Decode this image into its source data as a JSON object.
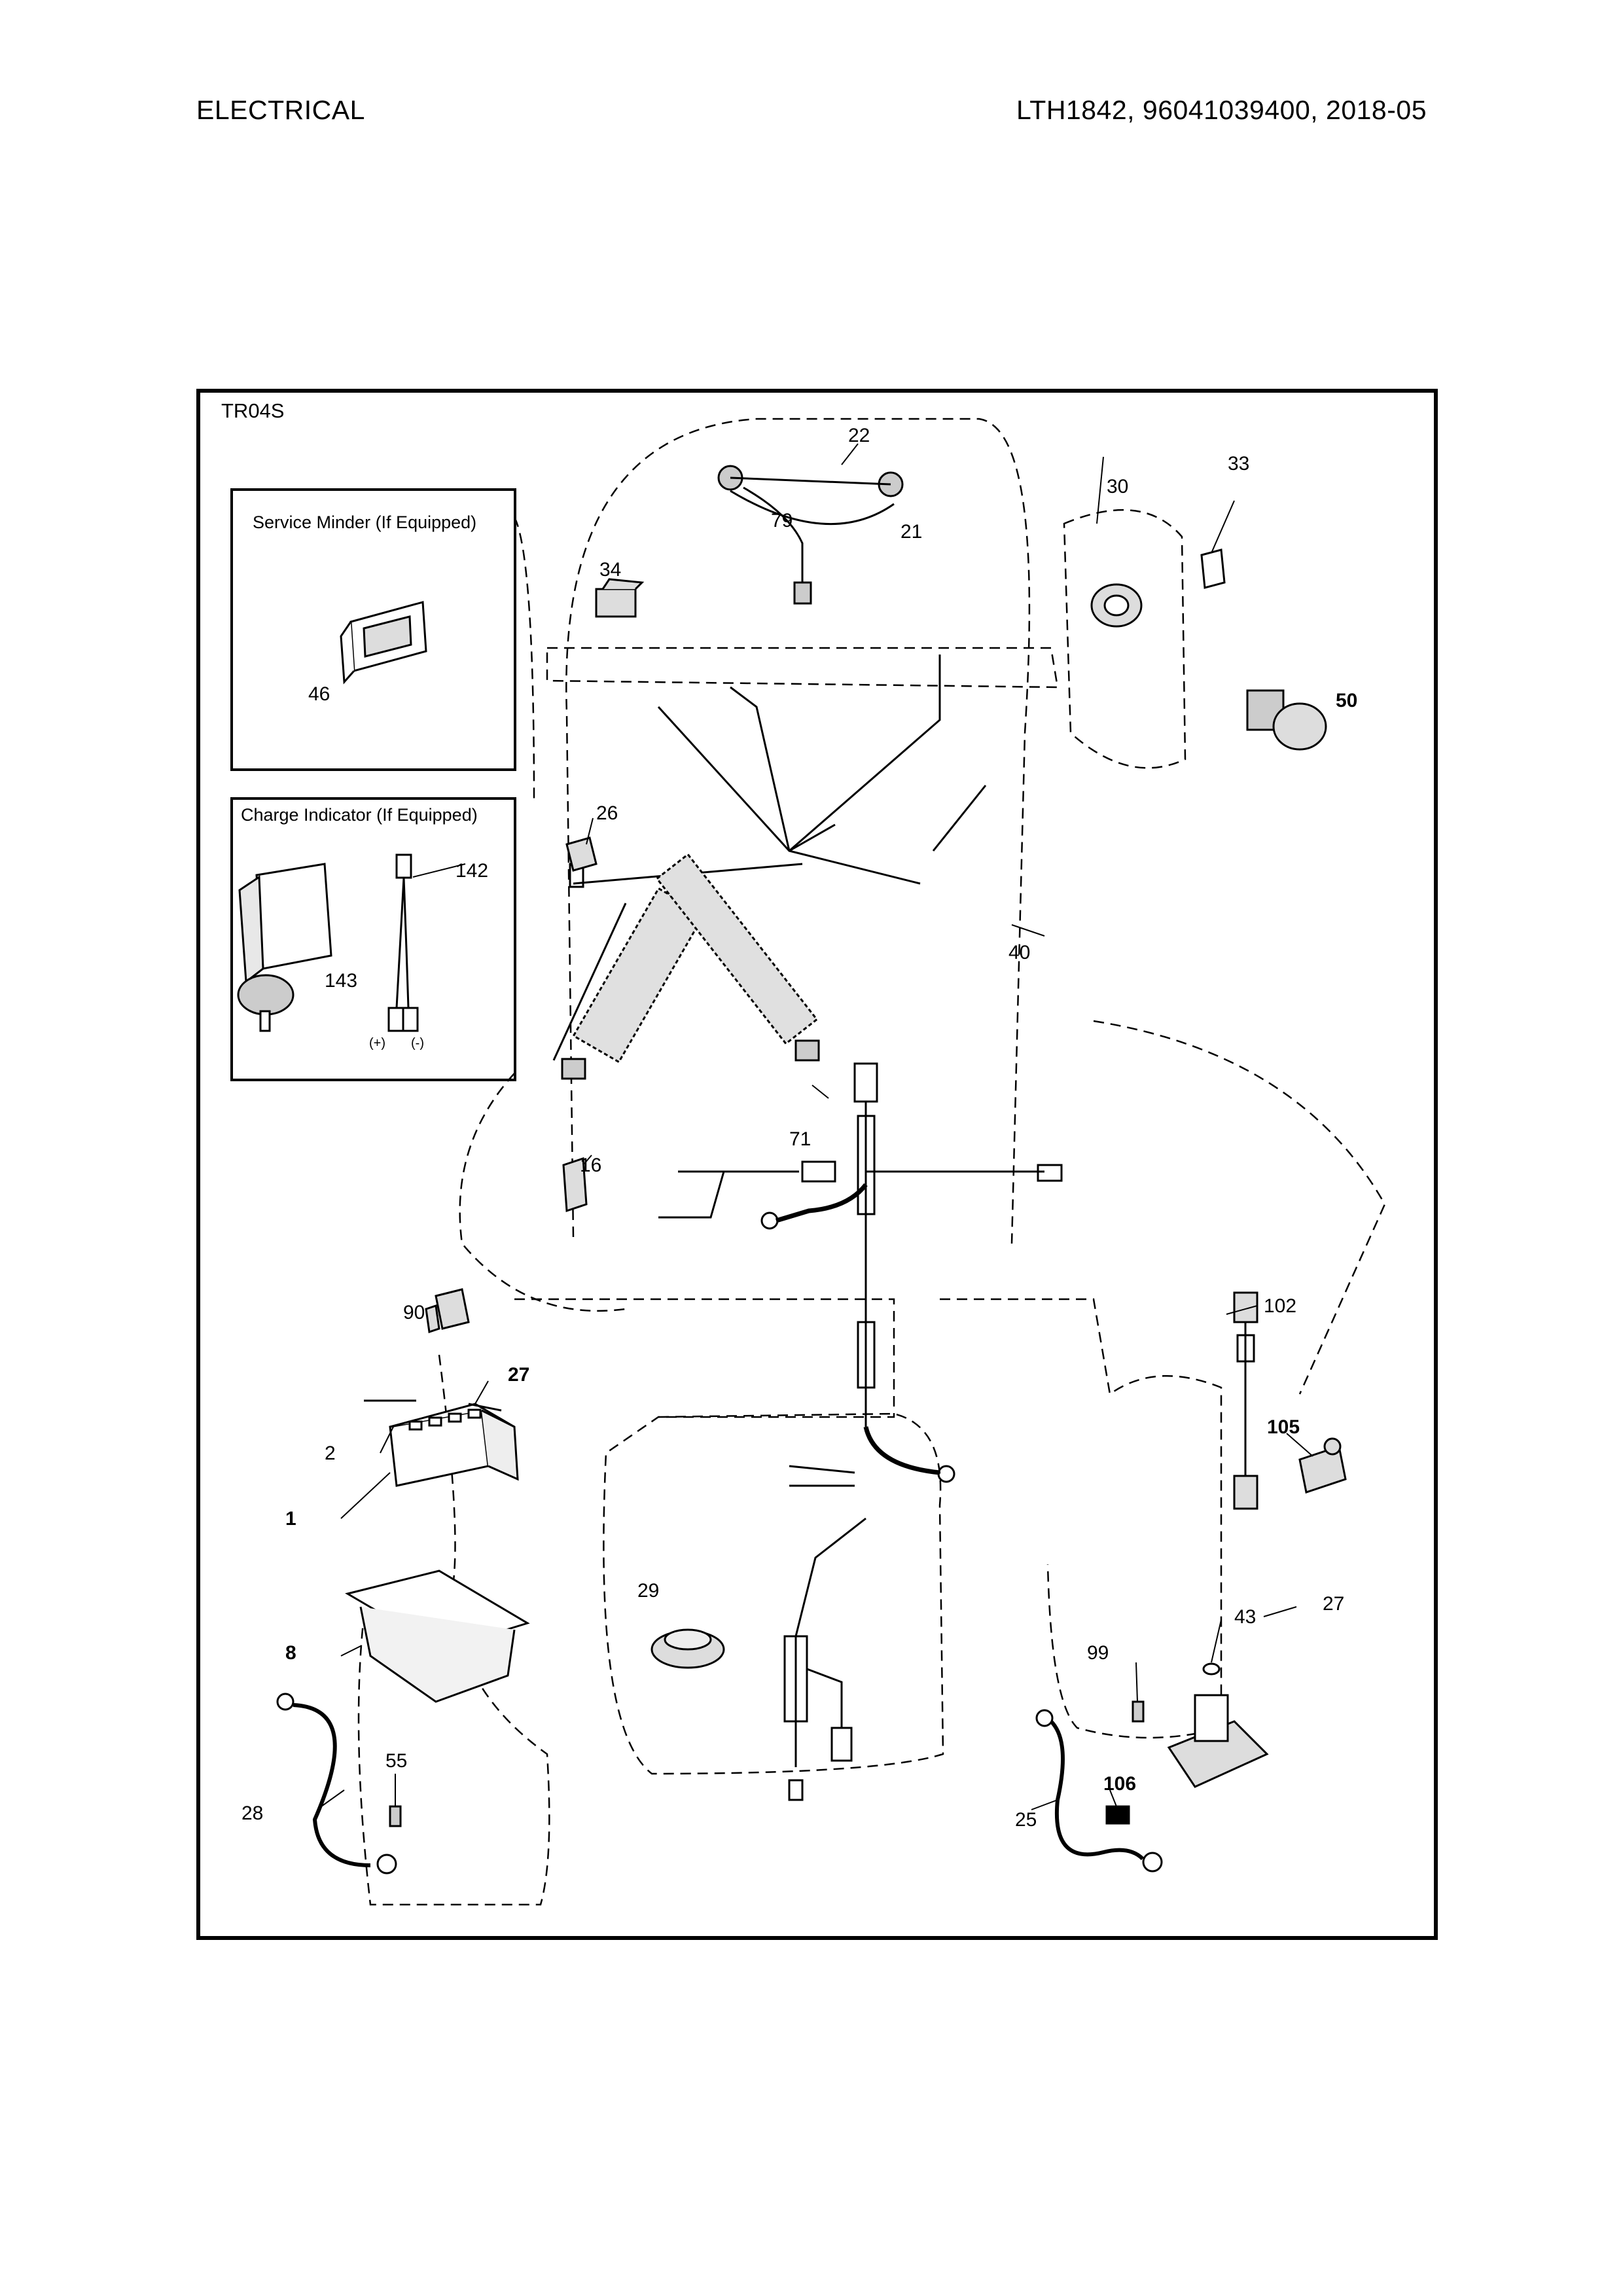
{
  "header": {
    "section_title": "ELECTRICAL",
    "model_info": "LTH1842, 96041039400, 2018-05"
  },
  "diagram": {
    "id": "TR04S",
    "insets": {
      "service_minder": "Service Minder (If Equipped)",
      "charge_indicator": "Charge Indicator (If Equipped)"
    },
    "polarity": {
      "plus": "(+)",
      "minus": "(-)"
    },
    "callouts": [
      {
        "ref": "22",
        "bold": false
      },
      {
        "ref": "79",
        "bold": false
      },
      {
        "ref": "21",
        "bold": false
      },
      {
        "ref": "33",
        "bold": false
      },
      {
        "ref": "30",
        "bold": false
      },
      {
        "ref": "34",
        "bold": false
      },
      {
        "ref": "46",
        "bold": false
      },
      {
        "ref": "50",
        "bold": true
      },
      {
        "ref": "26",
        "bold": false
      },
      {
        "ref": "142",
        "bold": false
      },
      {
        "ref": "143",
        "bold": false
      },
      {
        "ref": "40",
        "bold": false
      },
      {
        "ref": "71",
        "bold": false
      },
      {
        "ref": "16",
        "bold": false
      },
      {
        "ref": "90",
        "bold": false
      },
      {
        "ref": "102",
        "bold": false
      },
      {
        "ref": "27",
        "bold": true
      },
      {
        "ref": "2",
        "bold": false
      },
      {
        "ref": "1",
        "bold": true
      },
      {
        "ref": "105",
        "bold": true
      },
      {
        "ref": "29",
        "bold": false
      },
      {
        "ref": "8",
        "bold": true
      },
      {
        "ref": "27",
        "bold": false
      },
      {
        "ref": "99",
        "bold": false
      },
      {
        "ref": "43",
        "bold": false
      },
      {
        "ref": "28",
        "bold": false
      },
      {
        "ref": "55",
        "bold": false
      },
      {
        "ref": "106",
        "bold": true
      },
      {
        "ref": "25",
        "bold": false
      }
    ]
  }
}
